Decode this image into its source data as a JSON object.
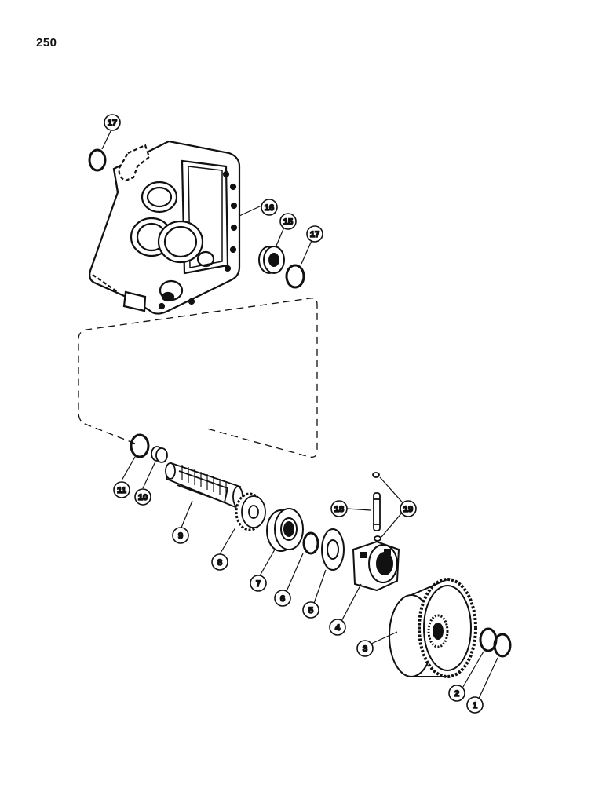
{
  "page_number": "250",
  "callouts": [
    {
      "id": "c1",
      "label": "1"
    },
    {
      "id": "c2",
      "label": "2"
    },
    {
      "id": "c3",
      "label": "3"
    },
    {
      "id": "c4",
      "label": "4"
    },
    {
      "id": "c5",
      "label": "5"
    },
    {
      "id": "c6",
      "label": "6"
    },
    {
      "id": "c7",
      "label": "7"
    },
    {
      "id": "c8",
      "label": "8"
    },
    {
      "id": "c9",
      "label": "9"
    },
    {
      "id": "c10",
      "label": "10"
    },
    {
      "id": "c11",
      "label": "11"
    },
    {
      "id": "c15",
      "label": "15"
    },
    {
      "id": "c16",
      "label": "16"
    },
    {
      "id": "c17a",
      "label": "17"
    },
    {
      "id": "c17b",
      "label": "17"
    },
    {
      "id": "c18",
      "label": "18"
    },
    {
      "id": "c19",
      "label": "19"
    }
  ]
}
